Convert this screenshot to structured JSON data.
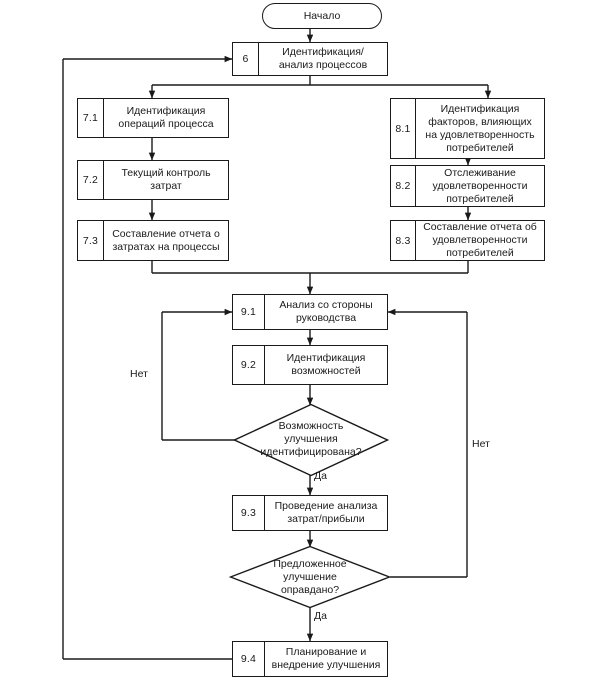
{
  "diagram": {
    "title": "Блок-схема процесса управления улучшениями",
    "language": "ru",
    "line_color": "#1a1a1a",
    "background": "#ffffff",
    "start": {
      "id": "start",
      "label": "Начало",
      "shape": "terminator"
    },
    "process_nodes": [
      {
        "key": "n6",
        "number": "6",
        "text": "Идентификация/\nанализ процессов"
      },
      {
        "key": "n71",
        "number": "7.1",
        "text": "Идентификация\nопераций процесса"
      },
      {
        "key": "n72",
        "number": "7.2",
        "text": "Текущий контроль\nзатрат"
      },
      {
        "key": "n73",
        "number": "7.3",
        "text": "Составление отчета о\nзатратах на процессы"
      },
      {
        "key": "n81",
        "number": "8.1",
        "text": "Идентификация\nфакторов, влияющих\nна удовлетворенность\nпотребителей"
      },
      {
        "key": "n82",
        "number": "8.2",
        "text": "Отслеживание\nудовлетворенности\nпотребителей"
      },
      {
        "key": "n83",
        "number": "8.3",
        "text": "Составление отчета об\nудовлетворенности\nпотребителей"
      },
      {
        "key": "n91",
        "number": "9.1",
        "text": "Анализ со стороны\nруководства"
      },
      {
        "key": "n92",
        "number": "9.2",
        "text": "Идентификация\nвозможностей"
      },
      {
        "key": "n93",
        "number": "9.3",
        "text": "Проведение анализа\nзатрат/прибыли"
      },
      {
        "key": "n94",
        "number": "9.4",
        "text": "Планирование и\nвнедрение улучшения"
      }
    ],
    "decisions": [
      {
        "key": "d1",
        "text": "Возможность\nулучшения\nидентифицирована?"
      },
      {
        "key": "d2",
        "text": "Предложенное\nулучшение\nоправдано?"
      }
    ],
    "edge_labels": [
      {
        "key": "no_left",
        "text": "Нет"
      },
      {
        "key": "yes_first",
        "text": "Да"
      },
      {
        "key": "no_right",
        "text": "Нет"
      },
      {
        "key": "yes_second",
        "text": "Да"
      }
    ]
  }
}
